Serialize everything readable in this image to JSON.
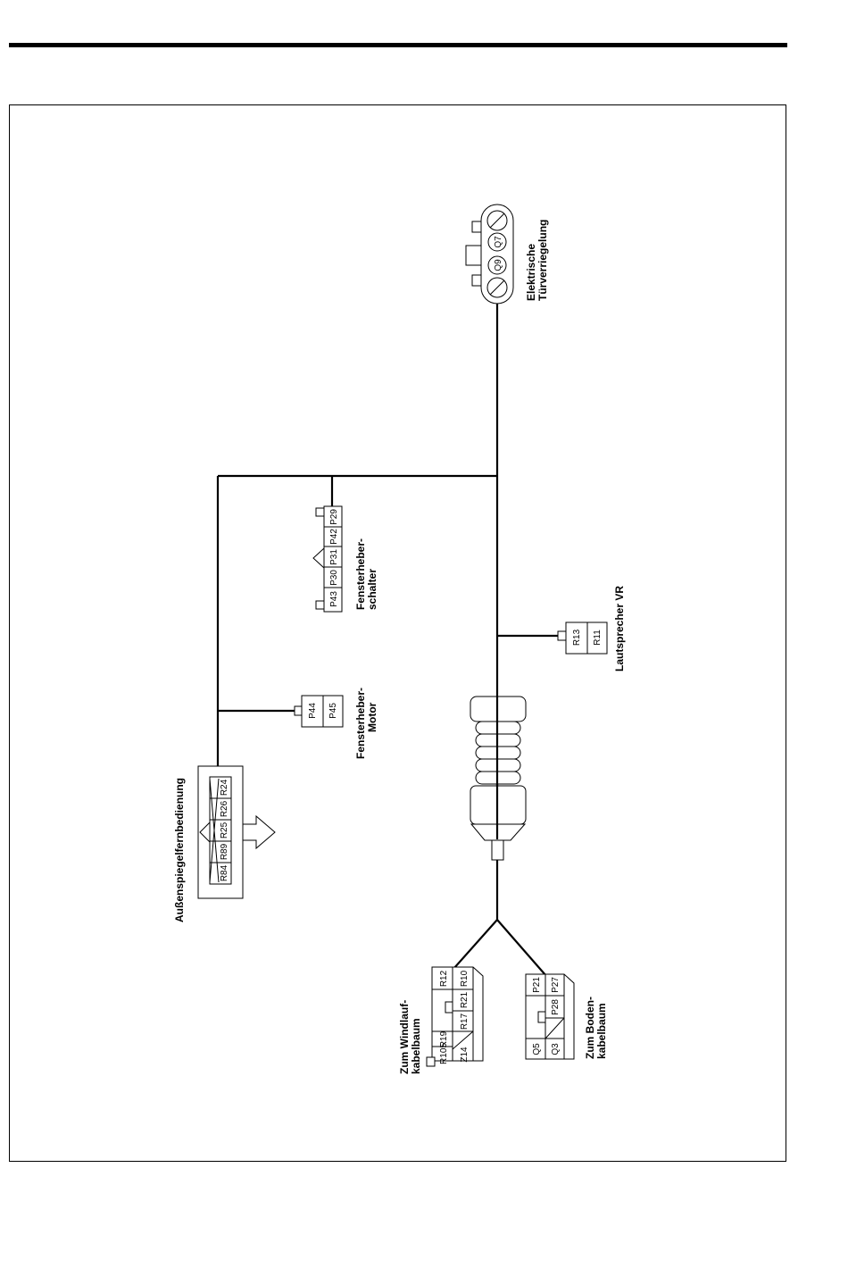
{
  "labels": {
    "mirror": "Außenspiegelfernbedienung",
    "motor_1": "Fensterheber-",
    "motor_2": "Motor",
    "switch_1": "Fensterheber-",
    "switch_2": "schalter",
    "speaker": "Lautsprecher VR",
    "lock_1": "Elektrische",
    "lock_2": "Türverriegelung",
    "windlauf_1": "Zum Windlauf-",
    "windlauf_2": "kabelbaum",
    "boden_1": "Zum Boden-",
    "boden_2": "kabelbaum"
  },
  "pins": {
    "mirror": [
      "R84",
      "R89",
      "R25",
      "R26",
      "R24"
    ],
    "motor": [
      "P44",
      "P45"
    ],
    "switch": [
      "P43",
      "P30",
      "P31",
      "P42",
      "P29"
    ],
    "speaker": [
      "R13",
      "R11"
    ],
    "lock": [
      "Q9",
      "Q7"
    ],
    "windlauf_outer": [
      "R105",
      "R19",
      "R12"
    ],
    "windlauf_inner": [
      "Z14",
      "R17",
      "R21",
      "R10"
    ],
    "boden_outer": [
      "Q5",
      "P21"
    ],
    "boden_inner": [
      "Q3",
      "P28",
      "P27"
    ]
  }
}
